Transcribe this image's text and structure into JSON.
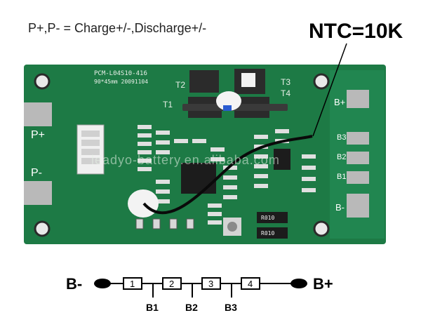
{
  "caption": "P+,P- = Charge+/-,Discharge+/-",
  "ntc_label": "NTC=10K",
  "board": {
    "model": "PCM-L04S10-416",
    "size_date": "90*45mm 20091104",
    "pad_left_top": "P+",
    "pad_left_bottom": "P-",
    "pad_right": [
      "B+",
      "B3",
      "B2",
      "B1",
      "B-"
    ],
    "labels_t": [
      "T2",
      "T3",
      "T4",
      "T1"
    ],
    "watermark": "leadyo-battery.en.alibaba.com",
    "resistor_value": "R010"
  },
  "schematic": {
    "left_terminal": "B-",
    "right_terminal": "B+",
    "cells": [
      "1",
      "2",
      "3",
      "4"
    ],
    "taps": [
      "B1",
      "B2",
      "B3"
    ]
  },
  "colors": {
    "pcb_green": "#1d7a45",
    "pad_silver": "#b9b9b9",
    "ntc_line": "#000000"
  }
}
